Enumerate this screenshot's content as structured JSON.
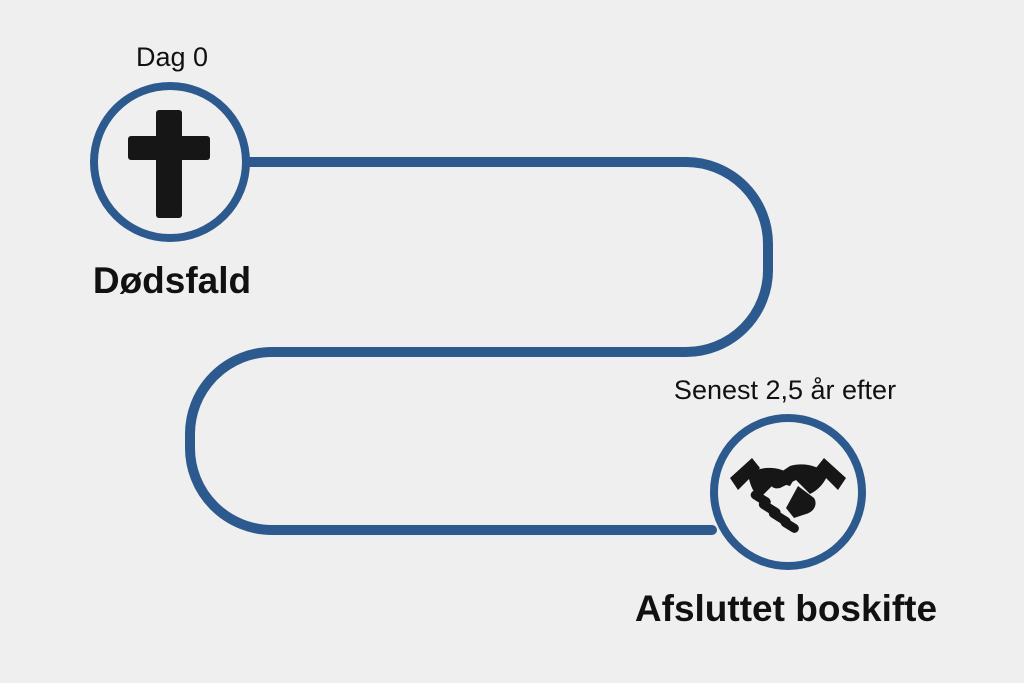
{
  "milestones": {
    "start": {
      "caption": "Dag 0",
      "title": "Dødsfald",
      "icon": "cross-icon"
    },
    "end": {
      "caption": "Senest 2,5 år efter",
      "title": "Afsluttet boskifte",
      "icon": "handshake-icon"
    }
  },
  "colors": {
    "path": "#2d5a8e",
    "icon": "#161616",
    "background": "#efefef",
    "text": "#111111"
  }
}
